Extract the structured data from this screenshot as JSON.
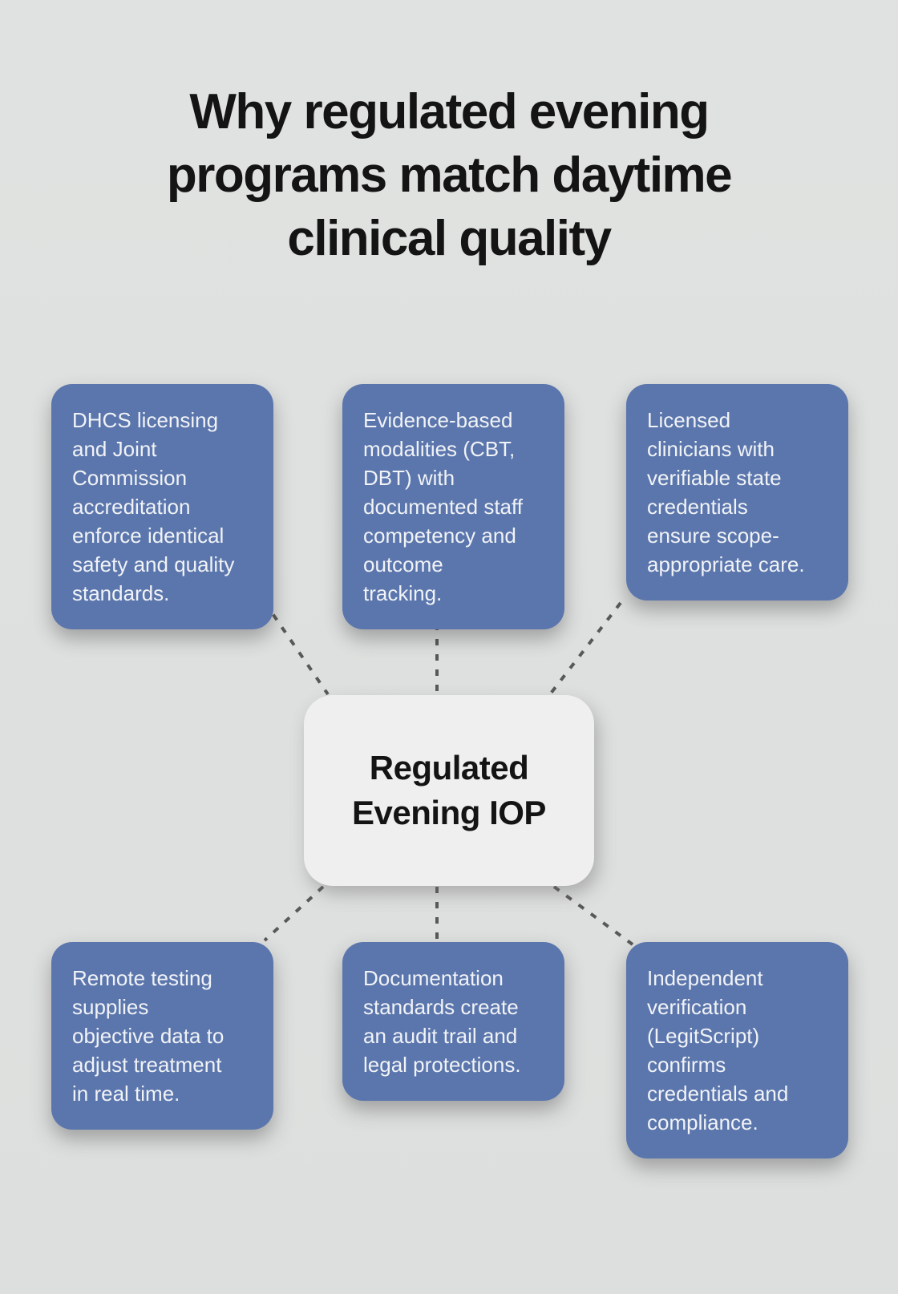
{
  "title": {
    "lines": [
      "Why regulated evening",
      "programs match daytime",
      "clinical quality"
    ]
  },
  "center_node": {
    "lines": [
      "Regulated",
      "Evening IOP"
    ]
  },
  "nodes": {
    "top_left": {
      "lines": [
        "DHCS licensing",
        "and Joint",
        "Commission",
        "accreditation",
        "enforce identical",
        "safety and quality",
        "standards."
      ]
    },
    "top_middle": {
      "lines": [
        "Evidence-based",
        "modalities (CBT,",
        "DBT) with",
        "documented staff",
        "competency and",
        "outcome",
        "tracking."
      ]
    },
    "top_right": {
      "lines": [
        "Licensed",
        "clinicians with",
        "verifiable state",
        "credentials",
        "ensure scope-",
        "appropriate care."
      ]
    },
    "bottom_left": {
      "lines": [
        "Remote testing",
        "supplies",
        "objective data to",
        "adjust treatment",
        "in real time."
      ]
    },
    "bottom_middle": {
      "lines": [
        "Documentation",
        "standards create",
        "an audit trail and",
        "legal protections."
      ]
    },
    "bottom_right": {
      "lines": [
        "Independent",
        "verification",
        "(LegitScript)",
        "confirms",
        "credentials and",
        "compliance."
      ]
    }
  },
  "colors": {
    "background": "#dfe1e0",
    "node_fill": "#5b76ad",
    "node_text": "#f1f3f6",
    "center_fill": "#efefef",
    "center_text": "#141414",
    "title_text": "#141414",
    "connector": "#585858"
  }
}
